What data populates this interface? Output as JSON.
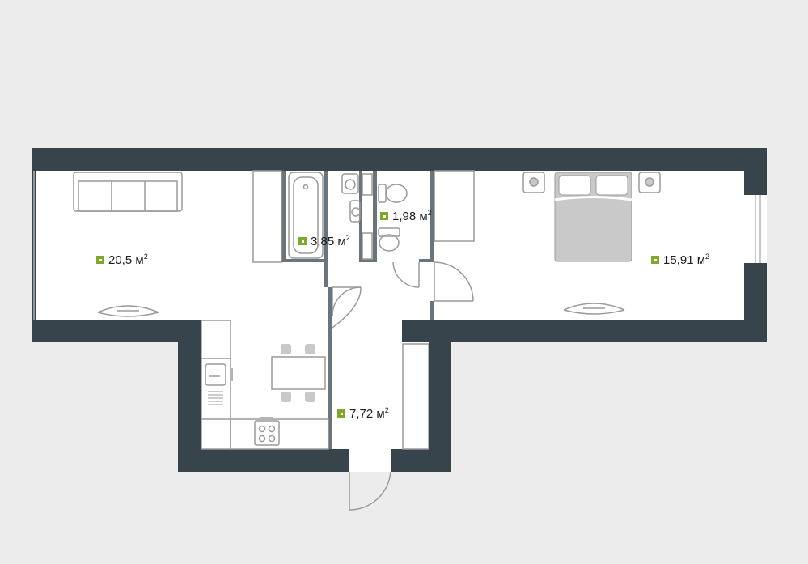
{
  "colors": {
    "background": "#ececec",
    "floor": "#ffffff",
    "wall": "#37444b",
    "furniture_stroke": "#9a9a9a",
    "bed": "#c9c9c9",
    "area_marker": "#7da82a"
  },
  "rooms": [
    {
      "id": "living",
      "area": "20,5",
      "unit": "м"
    },
    {
      "id": "bathroom",
      "area": "3,85",
      "unit": "м"
    },
    {
      "id": "toilet",
      "area": "1,98",
      "unit": "м"
    },
    {
      "id": "bedroom",
      "area": "15,91",
      "unit": "м"
    },
    {
      "id": "hallway",
      "area": "7,72",
      "unit": "м"
    }
  ],
  "unit_superscript": "2",
  "icons": {
    "area_marker": "square-dot-icon",
    "sofa": "sofa-icon",
    "bathtub": "bathtub-icon",
    "toilet": "toilet-icon",
    "sink": "sink-icon",
    "bed": "double-bed-icon",
    "nightstand": "nightstand-icon",
    "ceiling_lamp": "ceiling-lamp-icon",
    "dining_table": "dining-table-icon",
    "kitchen_sink": "kitchen-sink-icon",
    "stove": "stove-icon",
    "door": "door-swing-icon",
    "window": "window-icon"
  }
}
